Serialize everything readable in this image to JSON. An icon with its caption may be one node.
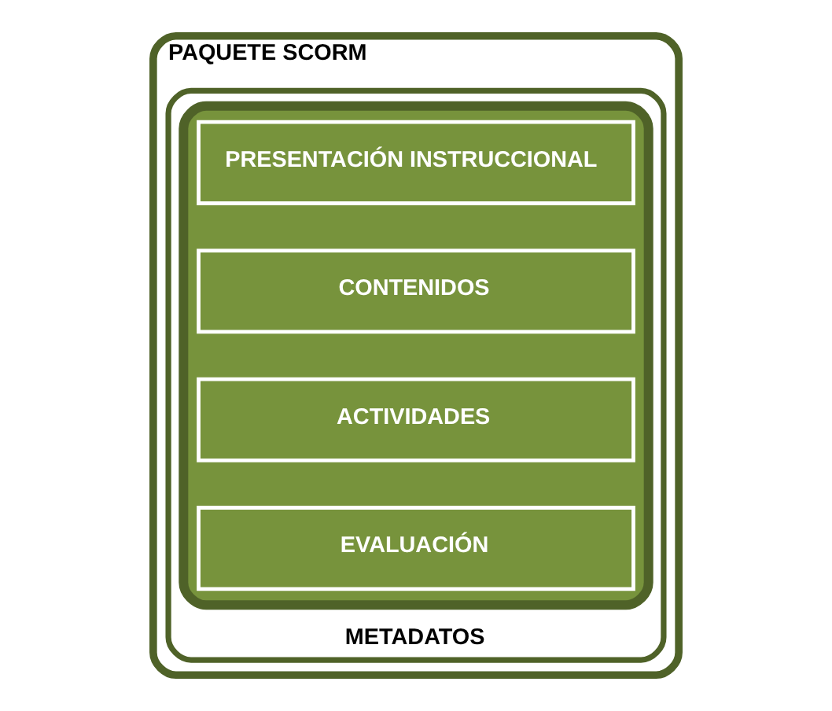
{
  "diagram": {
    "nodes": [
      {
        "text": [
          "PAQUETE SCORM"
        ]
      },
      {
        "text": [
          "METADATOS"
        ],
        "in": 0
      },
      {
        "text": [],
        "shape": "box",
        "in": 1
      },
      {
        "text": [
          "PRESENTACIÓN INSTRUCCIONAL"
        ],
        "in": 2
      },
      {
        "text": [
          "CONTENIDOS"
        ],
        "in": 2
      },
      {
        "text": [
          "ACTIVIDADES"
        ],
        "in": 2
      },
      {
        "text": [
          "EVALUACIÓN"
        ],
        "in": 2
      }
    ]
  }
}
